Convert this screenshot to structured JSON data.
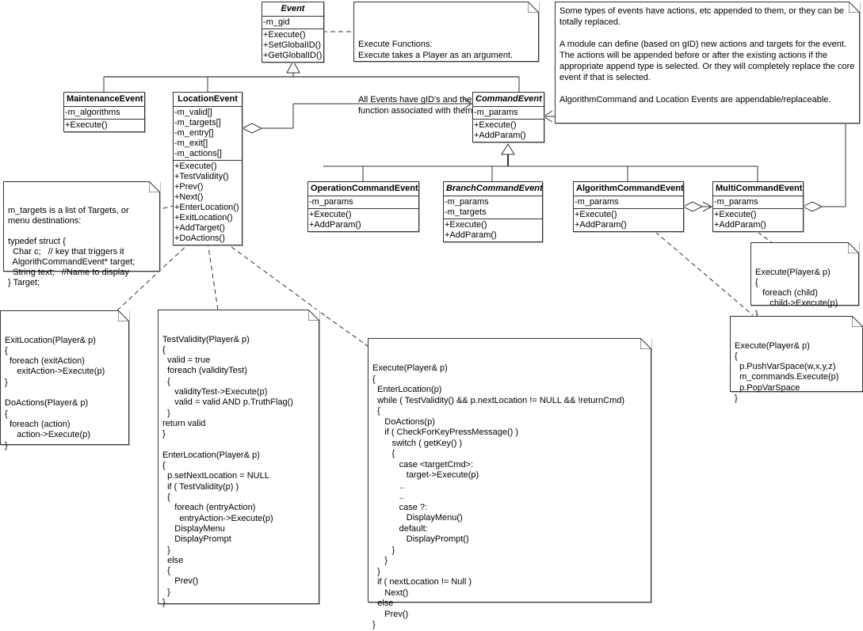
{
  "classes": {
    "event": {
      "name": "Event",
      "attributes": [
        "-m_gid"
      ],
      "methods": [
        "+Execute()",
        "+SetGlobalID()",
        "+GetGlobalID()"
      ]
    },
    "maintenance_event": {
      "name": "MaintenanceEvent",
      "attributes": [
        "-m_algorithms"
      ],
      "methods": [
        "+Execute()"
      ]
    },
    "location_event": {
      "name": "LocationEvent",
      "attributes": [
        "-m_valid[]",
        "-m_targets[]",
        "-m_entry[]",
        "-m_exit[]",
        "-m_actions[]"
      ],
      "methods": [
        "+Execute()",
        "+TestValidity()",
        "+Prev()",
        "+Next()",
        "+EnterLocation()",
        "+ExitLocation()",
        "+AddTarget()",
        "+DoActions()"
      ]
    },
    "command_event": {
      "name": "CommandEvent",
      "attributes": [
        "-m_params"
      ],
      "methods": [
        "+Execute()",
        "+AddParam()"
      ]
    },
    "operation_command_event": {
      "name": "OperationCommandEvent",
      "attributes": [
        "-m_params"
      ],
      "methods": [
        "+Execute()",
        "+AddParam()"
      ]
    },
    "branch_command_event": {
      "name": "BranchCommandEvent",
      "attributes": [
        "-m_params",
        "-m_targets"
      ],
      "methods": [
        "+Execute()",
        "+AddParam()"
      ]
    },
    "algorithm_command_event": {
      "name": "AlgorithmCommandEvent",
      "attributes": [
        "-m_params"
      ],
      "methods": [
        "+Execute()",
        "+AddParam()"
      ]
    },
    "multi_command_event": {
      "name": "MultiCommandEvent",
      "attributes": [
        "-m_params"
      ],
      "methods": [
        "+Execute()",
        "+AddParam()"
      ]
    }
  },
  "notes": {
    "execute_functions": {
      "paragraphs": [
        "Execute Functions:\nExecute takes a Player as an argument.",
        "All Events have gID's and the get/set\nfunction associated with them."
      ]
    },
    "appendable": {
      "paragraphs": [
        "Some types of events have actions, etc appended to them, or they can be totally replaced.",
        "A module can define (based on gID) new actions and targets for the event. The actions will be appended before or after the existing actions if the appropriate append type is selected. Or they will completely replace the core event if that is selected.",
        "AlgorithmCommand and Location Events are appendable/replaceable."
      ]
    },
    "targets": {
      "lines": [
        "m_targets is a list of Targets, or",
        "menu destinations:",
        "",
        "typedef struct {",
        "  Char c;   // key that triggers it",
        "  AlgorithCommandEvent* target;",
        "  String text;   //Name to display",
        "} Target;"
      ]
    },
    "exit_do_actions": {
      "lines": [
        "ExitLocation(Player& p)",
        "{",
        "  foreach (exitAction)",
        "     exitAction->Execute(p)",
        "}",
        "",
        "DoActions(Player& p)",
        "{",
        "  foreach (action)",
        "     action->Execute(p)",
        "}"
      ]
    },
    "test_validity_enter": {
      "lines": [
        "TestValidity(Player& p)",
        "{",
        "  valid = true",
        "  foreach (validityTest)",
        "  {",
        "     validityTest->Execute(p)",
        "     valid = valid AND p.TruthFlag()",
        "  }",
        "return valid",
        "}",
        "",
        "EnterLocation(Player& p)",
        "{",
        "  p.setNextLocation = NULL",
        "  if ( TestValidity(p) )",
        "  {",
        "     foreach (entryAction)",
        "       entryAction->Execute(p)",
        "     DisplayMenu",
        "     DisplayPrompt",
        "  }",
        "  else",
        "  {",
        "     Prev()",
        "  }",
        "}"
      ]
    },
    "location_execute": {
      "lines": [
        "Execute(Player& p)",
        "{",
        "  EnterLocation(p)",
        "  while ( TestValidity() && p.nextLocation != NULL && !returnCmd)",
        "  {",
        "     DoActions(p)",
        "     if ( CheckForKeyPressMessage() )",
        "        switch ( getKey() )",
        "        {",
        "           case <targetCmd>:",
        "              target->Execute(p)",
        "           ..",
        "           ..",
        "           case ?:",
        "              DisplayMenu()",
        "           default:",
        "              DisplayPrompt()",
        "        }",
        "     }",
        "  }",
        "  if ( nextLocation != Null )",
        "     Next()",
        "  else",
        "     Prev()",
        "}"
      ]
    },
    "multi_execute": {
      "lines": [
        "Execute(Player& p)",
        "{",
        "   foreach (child)",
        "      child->Execute(p)",
        "}"
      ]
    },
    "algorithm_execute": {
      "lines": [
        "Execute(Player& p)",
        "{",
        "  p.PushVarSpace(w,x,y,z)",
        "  m_commands.Execute(p)",
        "  p.PopVarSpace",
        "}"
      ]
    }
  }
}
